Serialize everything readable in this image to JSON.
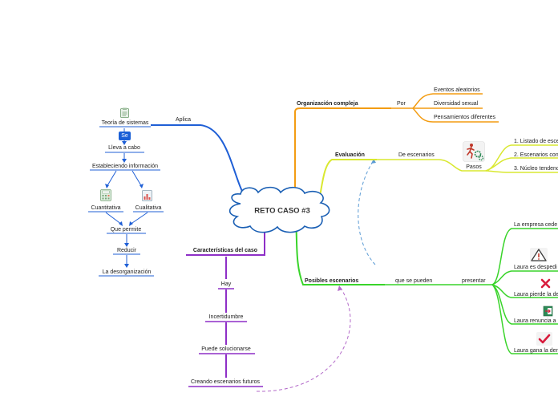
{
  "center": {
    "title": "RETO CASO #3"
  },
  "colors": {
    "blue": "#1f5fd6",
    "orange": "#f39c12",
    "yellow": "#d9e830",
    "green": "#39d42a",
    "purple": "#8e2fc7",
    "dashed_blue": "#5b9bd5",
    "dashed_purple": "#b36ac9"
  },
  "left_branch": {
    "relation": "Aplica",
    "teoria": "Teoría de sistemas",
    "se": "Se",
    "lleva": "Lleva a cabo",
    "estableciendo": "Estableciendo información",
    "cuantitativa": "Cuantitativa",
    "cualitativa": "Cualitativa",
    "que_permite": "Que permite",
    "reducir": "Reducir",
    "desorganizacion": "La desorganización"
  },
  "caracteristicas": {
    "title": "Características del caso",
    "hay": "Hay",
    "incertidumbre": "Incertidumbre",
    "puede": "Puede solucionarse",
    "creando": "Creando escenarios futuros"
  },
  "organizacion": {
    "title": "Organización compleja",
    "relation": "Por",
    "items": [
      "Eventos aleatorios",
      "Diversidad sexual",
      "Pensamientos diferentes"
    ]
  },
  "evaluacion": {
    "title": "Evaluación",
    "relation": "De escenarios",
    "pasos": "Pasos",
    "items": [
      "1. Listado de esce",
      "2. Escenarios con",
      "3. Núcleo tendenc"
    ]
  },
  "posibles": {
    "title": "Posibles escenarios",
    "relation1": "que se pueden",
    "relation2": "presentar",
    "items": [
      "La empresa cede",
      "Laura es despedi",
      "Laura pierde la de",
      "Laura renuncia a",
      "Laura gana la dem"
    ]
  },
  "icons": [
    "clipboard-icon",
    "calculator-icon",
    "chart-icon",
    "running-person-gears-icon",
    "warning-icon",
    "red-x-icon",
    "exit-door-icon",
    "checkmark-icon"
  ]
}
